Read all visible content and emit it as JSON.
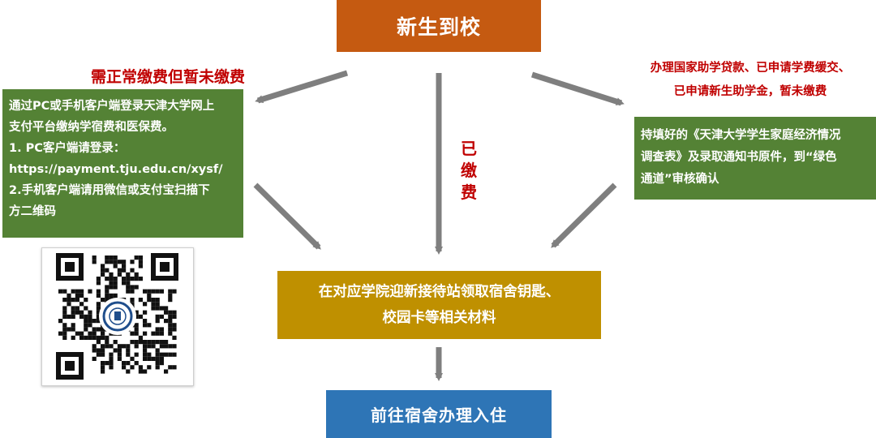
{
  "start": {
    "label": "新生到校"
  },
  "left_branch": {
    "condition": "需正常缴费但暂未缴费",
    "lines": [
      "通过PC或手机客户端登录天津大学网上",
      "支付平台缴纳学宿费和医保费。",
      "1. PC客户端请登录：",
      "https://payment.tju.edu.cn/xysf/",
      "2.手机客户端请用微信或支付宝扫描下",
      "方二维码"
    ]
  },
  "middle_branch": {
    "condition_chars": [
      "已",
      "缴",
      "费"
    ]
  },
  "right_branch": {
    "condition_lines": [
      "办理国家助学贷款、已申请学费缓交、",
      "已申请新生助学金，暂未缴费"
    ],
    "lines": [
      "持填好的《天津大学学生家庭经济情况",
      "调查表》及录取通知书原件，到“绿色",
      "通道”审核确认"
    ]
  },
  "center": {
    "lines": [
      "在对应学院迎新接待站领取宿舍钥匙、",
      "校园卡等相关材料"
    ]
  },
  "end": {
    "label": "前往宿舍办理入住"
  },
  "colors": {
    "start": "#c55a11",
    "branch": "#548235",
    "center": "#bf9000",
    "end": "#2e75b6",
    "condition_text": "#c00000",
    "arrow": "#7f7f7f"
  },
  "icons": {
    "qr": "qr-code"
  }
}
